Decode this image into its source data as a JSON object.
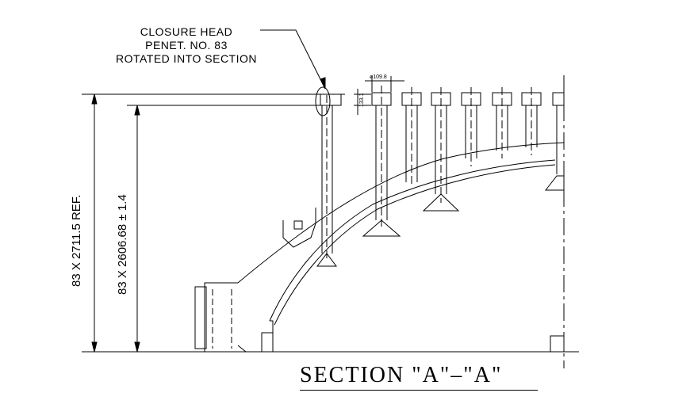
{
  "callout": {
    "line1": "CLOSURE HEAD",
    "line2": "PENET. NO. 83",
    "line3": "ROTATED INTO SECTION"
  },
  "dimensions": {
    "overall": "83 X 2711.5 REF.",
    "height": "83 X 2606.68 ± 1.4",
    "diameter": "ø109.8",
    "flange": "133.1"
  },
  "section_title": "SECTION \"A\"–\"A\""
}
